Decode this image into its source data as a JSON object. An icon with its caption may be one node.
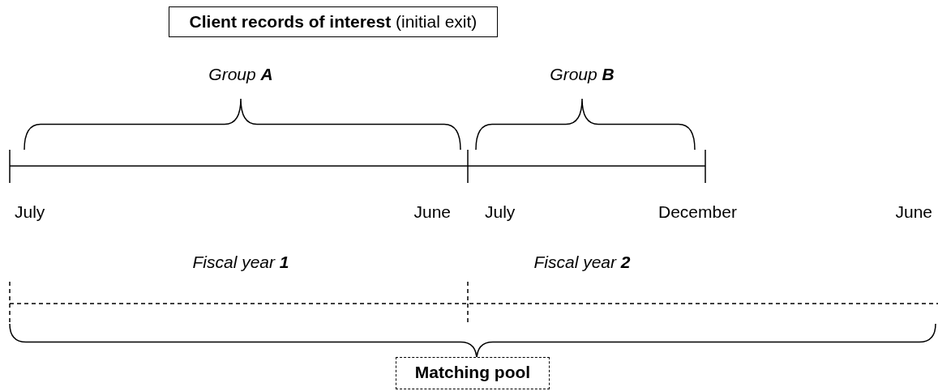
{
  "diagram": {
    "nodes": [
      {
        "text": [
          "**Client records of interest** (initial exit)"
        ]
      },
      {
        "text": [
          "Matching pool"
        ]
      }
    ],
    "labels": [
      "Group **A**",
      "Group **B**",
      "July",
      "June",
      "July",
      "December",
      "June",
      "Fiscal year **1**",
      "Fiscal year **2**"
    ]
  }
}
